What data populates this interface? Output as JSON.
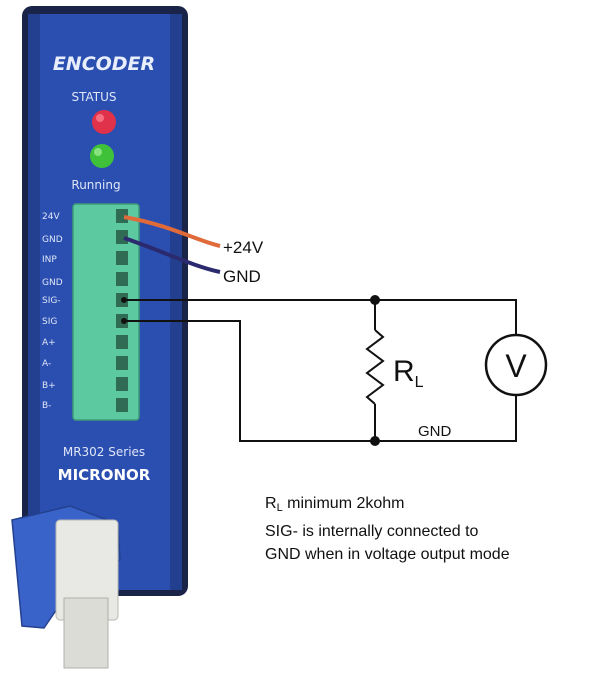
{
  "module": {
    "header": "ENCODER",
    "status_label": "STATUS",
    "running_label": "Running",
    "series_label": "MR302 Series",
    "brand": "MICRONOR",
    "colors": {
      "body": "#2b4fb0",
      "body_dark": "#1c2a5e",
      "terminal": "#5cc9a0",
      "led_red": "#e0324a",
      "led_green": "#3fc23a",
      "clip": "#3a63c9"
    }
  },
  "terminal_labels": [
    "24V",
    "GND",
    "INP",
    "GND",
    "SIG-",
    "SIG",
    "A+",
    "A-",
    "B+",
    "B-"
  ],
  "wires": {
    "plus24_label": "+24V",
    "gnd_label": "GND",
    "plus24_color": "#e06a3a",
    "gnd_color": "#2c2a6e"
  },
  "circuit": {
    "resistor_symbol": "R",
    "resistor_subscript": "L",
    "meter_symbol": "V",
    "bottom_gnd_label": "GND"
  },
  "note": {
    "line1_symbol": "R",
    "line1_subscript": "L",
    "line1_text": " minimum 2kohm",
    "line2": "SIG- is internally connected to",
    "line3": "GND when in voltage output mode"
  }
}
